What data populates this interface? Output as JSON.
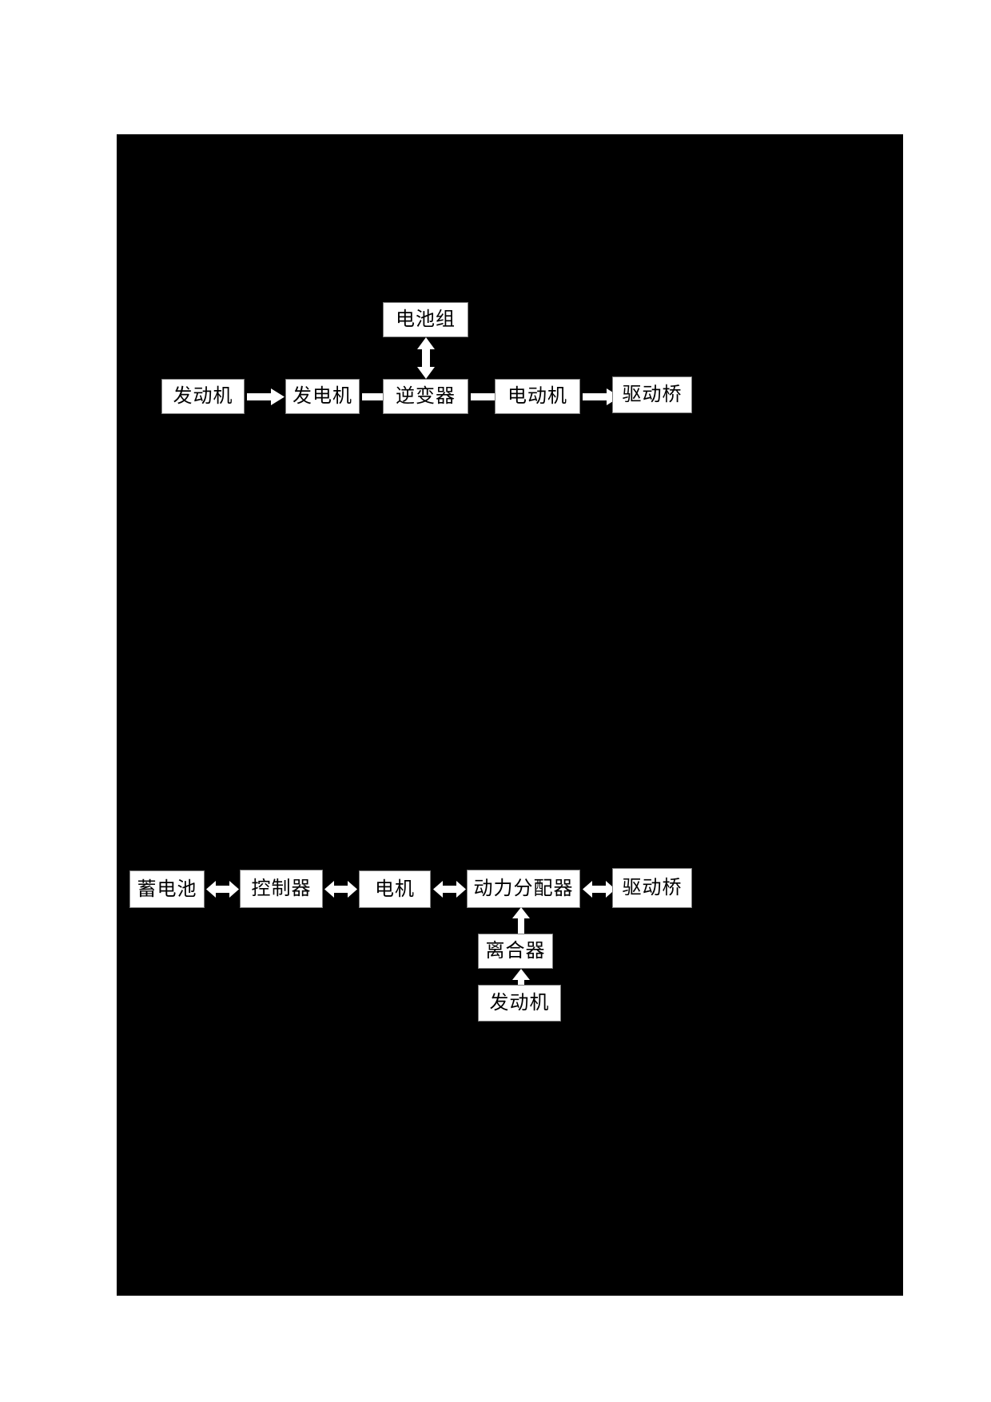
{
  "canvas": {
    "background_color": "#000000",
    "page_background_color": "#ffffff",
    "box_fill_color": "#ffffff",
    "box_border_color": "#7f7f7f",
    "arrow_color": "#ffffff",
    "text_color": "#000000"
  },
  "diagram_top": {
    "name": "series-hybrid-powertrain-flow",
    "nodes": {
      "battery_pack": {
        "label": "电池组"
      },
      "engine": {
        "label": "发动机"
      },
      "generator": {
        "label": "发电机"
      },
      "inverter": {
        "label": "逆变器"
      },
      "motor": {
        "label": "电动机"
      },
      "drive_axle": {
        "label": "驱动桥"
      }
    },
    "connections": [
      {
        "from": "engine",
        "to": "generator",
        "style": "single",
        "direction": "right"
      },
      {
        "from": "generator",
        "to": "inverter",
        "style": "single",
        "direction": "right"
      },
      {
        "from": "inverter",
        "to": "motor",
        "style": "single",
        "direction": "right"
      },
      {
        "from": "motor",
        "to": "drive_axle",
        "style": "single",
        "direction": "right"
      },
      {
        "from": "battery_pack",
        "to": "inverter",
        "style": "double",
        "direction": "vertical"
      }
    ]
  },
  "diagram_bottom": {
    "name": "parallel-hybrid-powertrain-flow",
    "nodes": {
      "storage_battery": {
        "label": "蓄电池"
      },
      "controller": {
        "label": "控制器"
      },
      "electric_machine": {
        "label": "电机"
      },
      "power_splitter": {
        "label": "动力分配器"
      },
      "drive_axle": {
        "label": "驱动桥"
      },
      "clutch": {
        "label": "离合器"
      },
      "engine": {
        "label": "发动机"
      }
    },
    "connections": [
      {
        "from": "storage_battery",
        "to": "controller",
        "style": "double",
        "direction": "horizontal"
      },
      {
        "from": "controller",
        "to": "electric_machine",
        "style": "double",
        "direction": "horizontal"
      },
      {
        "from": "electric_machine",
        "to": "power_splitter",
        "style": "double",
        "direction": "horizontal"
      },
      {
        "from": "power_splitter",
        "to": "drive_axle",
        "style": "double",
        "direction": "horizontal"
      },
      {
        "from": "clutch",
        "to": "power_splitter",
        "style": "single",
        "direction": "up"
      },
      {
        "from": "engine",
        "to": "clutch",
        "style": "single",
        "direction": "up"
      }
    ]
  }
}
